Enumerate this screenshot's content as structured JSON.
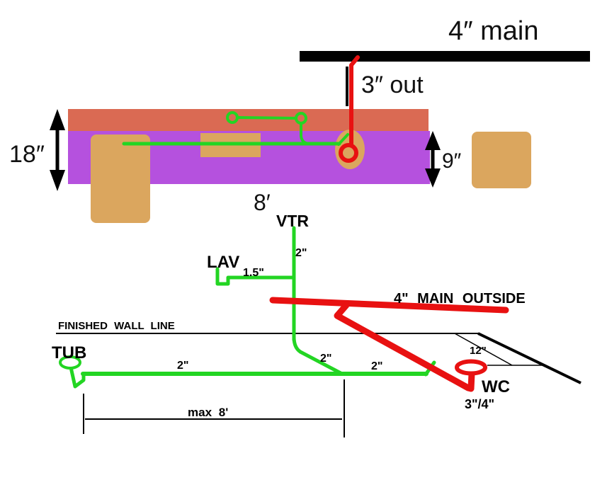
{
  "plan": {
    "main_label": "4″ main",
    "out_label": "3″ out",
    "depth_left_label": "18″",
    "depth_right_label": "9″",
    "span_label": "8′"
  },
  "riser": {
    "vtr_label": "VTR",
    "vtr_size_label": "2\"",
    "lav_label": "LAV",
    "lav_size_label": "1.5\"",
    "main_outside_label": "4\" MAIN OUTSIDE",
    "wall_line_label": "FINISHED WALL LINE",
    "tub_label": "TUB",
    "tub_branch_size_label": "2\"",
    "stack_drop_size_label": "2\"",
    "wc_branch_size_label": "2\"",
    "offset_label": "12\"",
    "wc_label": "WC",
    "wc_size_label": "3\"/4\"",
    "max_run_label": "max 8'"
  },
  "colors": {
    "pipe_green": "#23d523",
    "pipe_red": "#e81111",
    "text_green": "#4aa34a",
    "framing_top": "#da6a53",
    "framing_wall": "#b551de",
    "wood": "#dba65e",
    "ink": "#000000"
  }
}
